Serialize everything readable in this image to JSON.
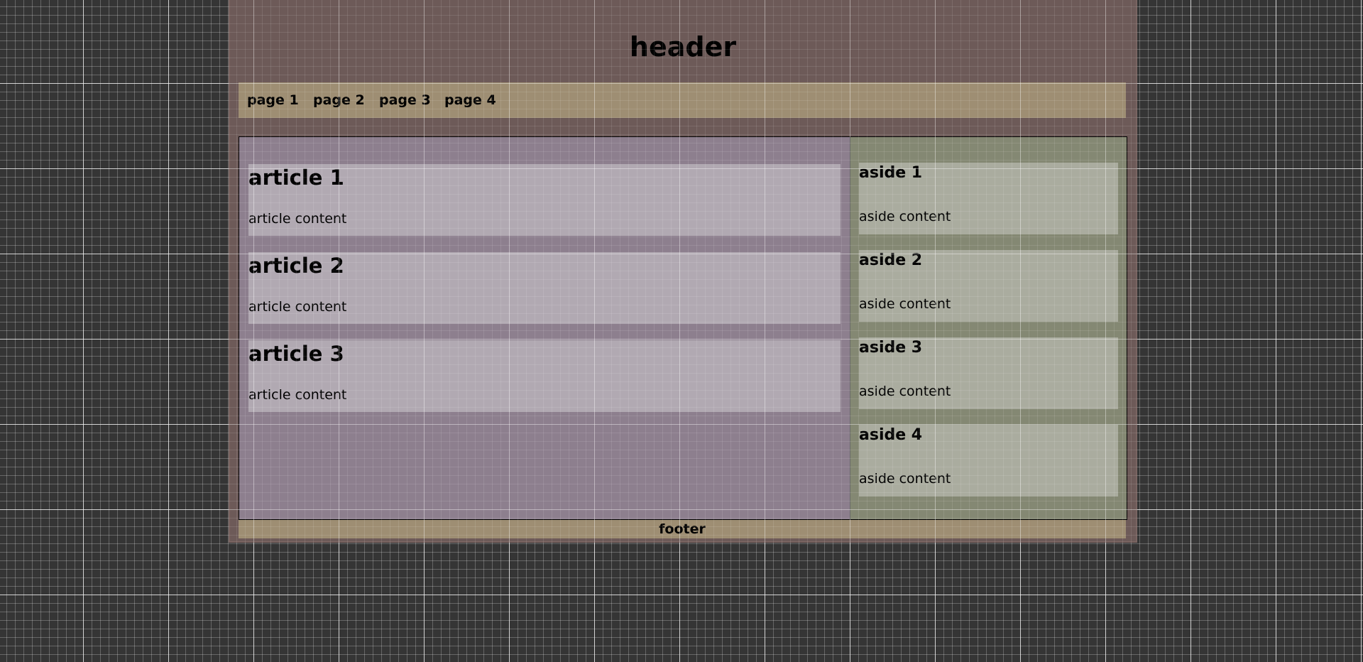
{
  "header": {
    "title": "header"
  },
  "nav": {
    "items": [
      {
        "label": "page 1"
      },
      {
        "label": "page 2"
      },
      {
        "label": "page 3"
      },
      {
        "label": "page 4"
      }
    ]
  },
  "main": {
    "articles": [
      {
        "title": "article 1",
        "content": "article content"
      },
      {
        "title": "article 2",
        "content": "article content"
      },
      {
        "title": "article 3",
        "content": "article content"
      }
    ]
  },
  "aside": {
    "items": [
      {
        "title": "aside 1",
        "content": "aside content"
      },
      {
        "title": "aside 2",
        "content": "aside content"
      },
      {
        "title": "aside 3",
        "content": "aside content"
      },
      {
        "title": "aside 4",
        "content": "aside content"
      }
    ]
  },
  "footer": {
    "label": "footer"
  },
  "colors": {
    "page_background": "#353535",
    "container": "#6d5a58",
    "nav_footer": "#9e8e73",
    "main_panel": "#8d7f8e",
    "article_box": "#b1a9b2",
    "aside_panel": "#848873",
    "aside_box": "#aaac9f"
  }
}
